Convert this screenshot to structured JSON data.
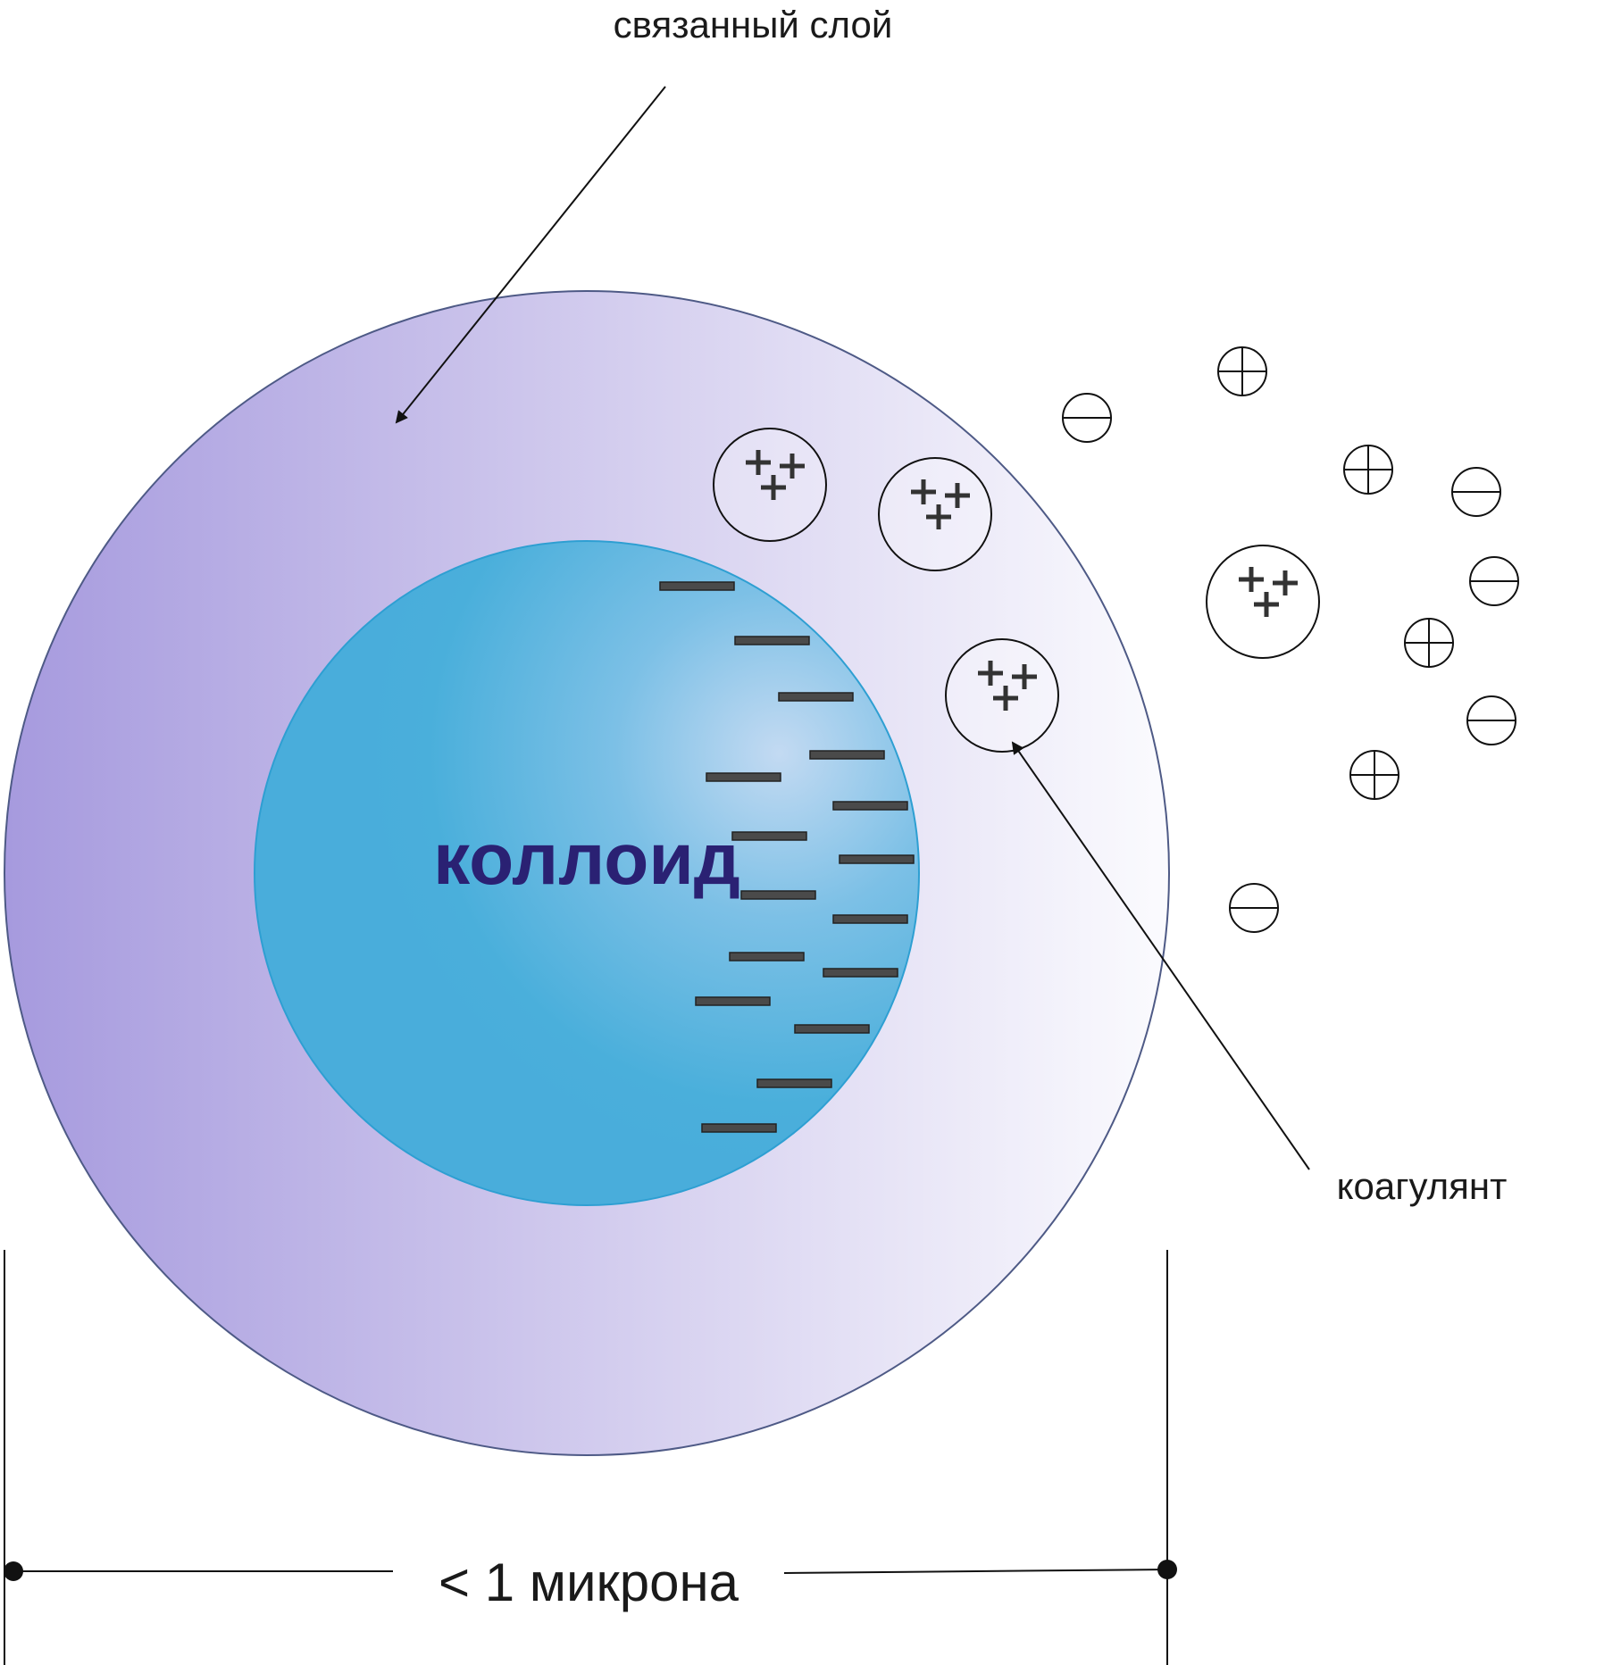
{
  "labels": {
    "bound_layer": "связанный слой",
    "colloid": "коллоид",
    "coagulant": "коагулянт",
    "size": "< 1 микрона"
  },
  "colors": {
    "layer_left": "#a69ade",
    "layer_right": "#fbfbfe",
    "layer_stroke": "#4e5a86",
    "core_main": "#4aafdb",
    "core_highlight": "#bfd8f1",
    "core_stroke": "#2e9fd2",
    "charge_bar": "#4a4a4a",
    "core_text": "#2a2173"
  },
  "icons": {
    "coagulant_particle": "triple-plus-circle-icon",
    "positive_ion": "circled-plus-icon",
    "negative_ion": "circled-minus-icon"
  }
}
